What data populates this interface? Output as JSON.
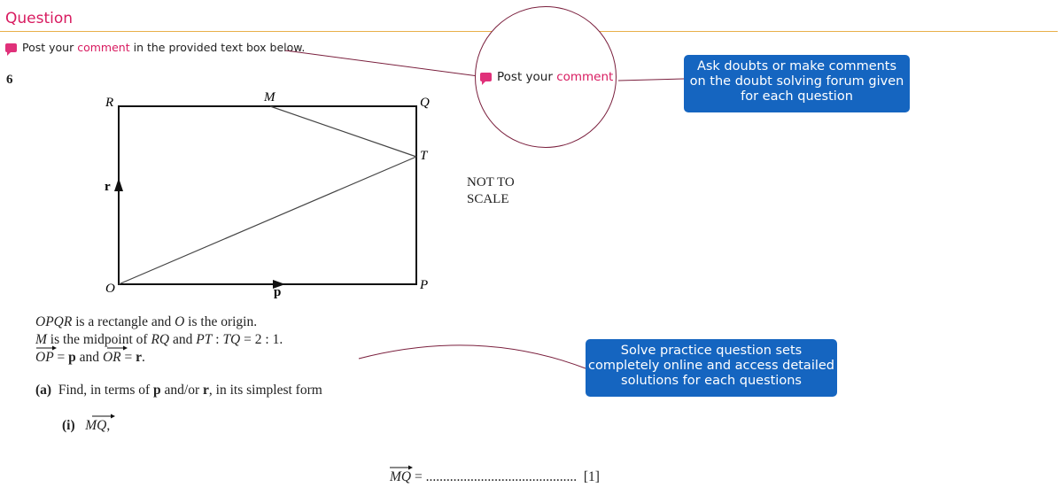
{
  "header": {
    "title": "Question"
  },
  "comment_hint": {
    "prefix": "Post your",
    "link": "comment",
    "suffix": "in the provided text box below."
  },
  "question": {
    "number": "6",
    "not_to_scale": [
      "NOT TO",
      "SCALE"
    ],
    "labels": {
      "R": "R",
      "M": "M",
      "Q": "Q",
      "T": "T",
      "O": "O",
      "P": "P",
      "r": "r",
      "p": "p"
    },
    "stem": {
      "line1_a": "OPQR",
      "line1_b": " is a rectangle and ",
      "line1_c": "O",
      "line1_d": " is the origin.",
      "line2_a": "M",
      "line2_b": " is the midpoint of ",
      "line2_c": "RQ",
      "line2_d": " and ",
      "line2_e": "PT",
      "line2_f": " : ",
      "line2_g": "TQ",
      "line2_h": " = 2 : 1.",
      "line3_a": "OP",
      "line3_b": " = ",
      "line3_c": "p",
      "line3_d": " and ",
      "line3_e": "OR",
      "line3_f": " = ",
      "line3_g": "r",
      "line3_h": "."
    },
    "part_a": {
      "label": "(a)",
      "text_a": "Find, in terms of ",
      "text_b": "p",
      "text_c": " and/or ",
      "text_d": "r",
      "text_e": ", in its simplest form"
    },
    "part_i": {
      "label": "(i)",
      "vector": "MQ",
      "suffix": ","
    },
    "answer": {
      "vector": "MQ",
      "equals": "=",
      "dots": "............................................",
      "marks": "[1]"
    }
  },
  "overlay": {
    "circle_prefix": "Post your",
    "circle_link": "comment",
    "callout_1": [
      "Ask doubts or make comments",
      "on the doubt solving forum given",
      "for each question"
    ],
    "callout_2": [
      "Solve practice question sets",
      "completely online and access detailed",
      "solutions for each questions"
    ]
  },
  "colors": {
    "accent_pink": "#d81b60",
    "callout_blue": "#1565c0",
    "rule_orange": "#e8b04a",
    "circle_stroke": "#7a1f3d"
  }
}
